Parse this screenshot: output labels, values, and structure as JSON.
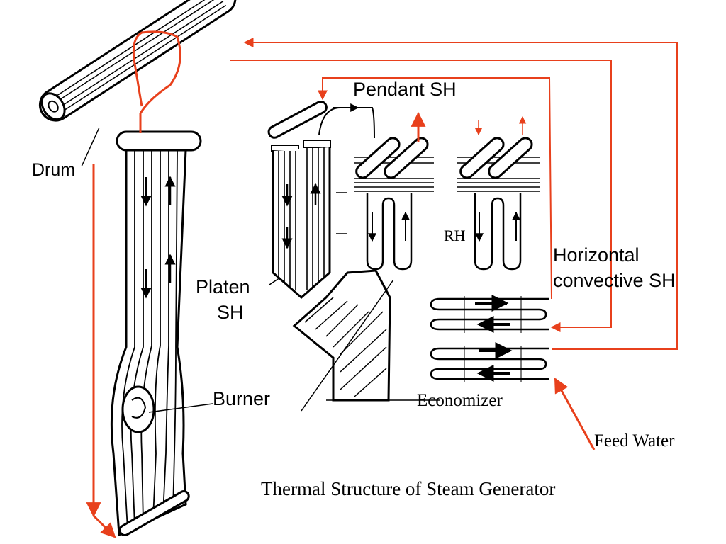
{
  "labels": {
    "drum": "Drum",
    "pendant_sh": "Pendant SH",
    "rh": "RH",
    "horizontal_convective_sh_line1": "Horizontal",
    "horizontal_convective_sh_line2": "convective SH",
    "platen_sh_line1": "Platen",
    "platen_sh_line2": "SH",
    "burner": "Burner",
    "economizer": "Economizer",
    "feed_water": "Feed Water"
  },
  "caption": "Thermal Structure of Steam Generator",
  "colors": {
    "flow_lines": "#e8401c",
    "ink": "#000000",
    "background": "#ffffff"
  }
}
